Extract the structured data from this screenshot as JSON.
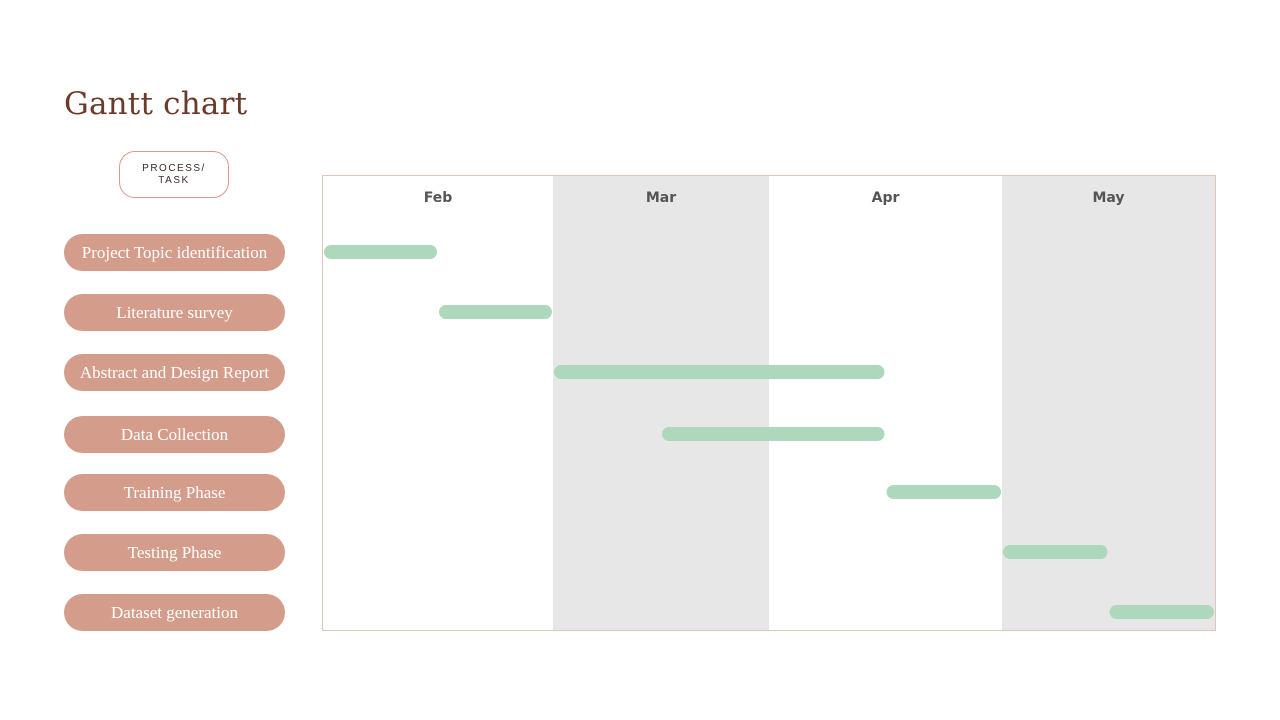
{
  "title": "Gantt chart",
  "header_label": "PROCESS/\nTASK",
  "colors": {
    "title": "#6b3b2a",
    "task_pill": "#d49d8b",
    "bar": "#aed8bc",
    "shade": "#e8e7e8",
    "border": "#e2c4b8"
  },
  "chart_data": {
    "type": "gantt",
    "x_unit": "month",
    "months": [
      "Feb",
      "Mar",
      "Apr",
      "May"
    ],
    "shaded_months": [
      "Mar",
      "May"
    ],
    "tasks": [
      {
        "name": "Project Topic identification",
        "start": 0.0,
        "end": 0.5
      },
      {
        "name": "Literature survey",
        "start": 0.5,
        "end": 1.0
      },
      {
        "name": "Abstract and Design Report",
        "start": 1.0,
        "end": 2.5
      },
      {
        "name": "Data Collection",
        "start": 1.5,
        "end": 2.5
      },
      {
        "name": "Training Phase",
        "start": 2.5,
        "end": 3.0
      },
      {
        "name": "Testing Phase",
        "start": 3.0,
        "end": 3.5
      },
      {
        "name": "Dataset generation",
        "start": 3.5,
        "end": 4.0
      }
    ]
  }
}
